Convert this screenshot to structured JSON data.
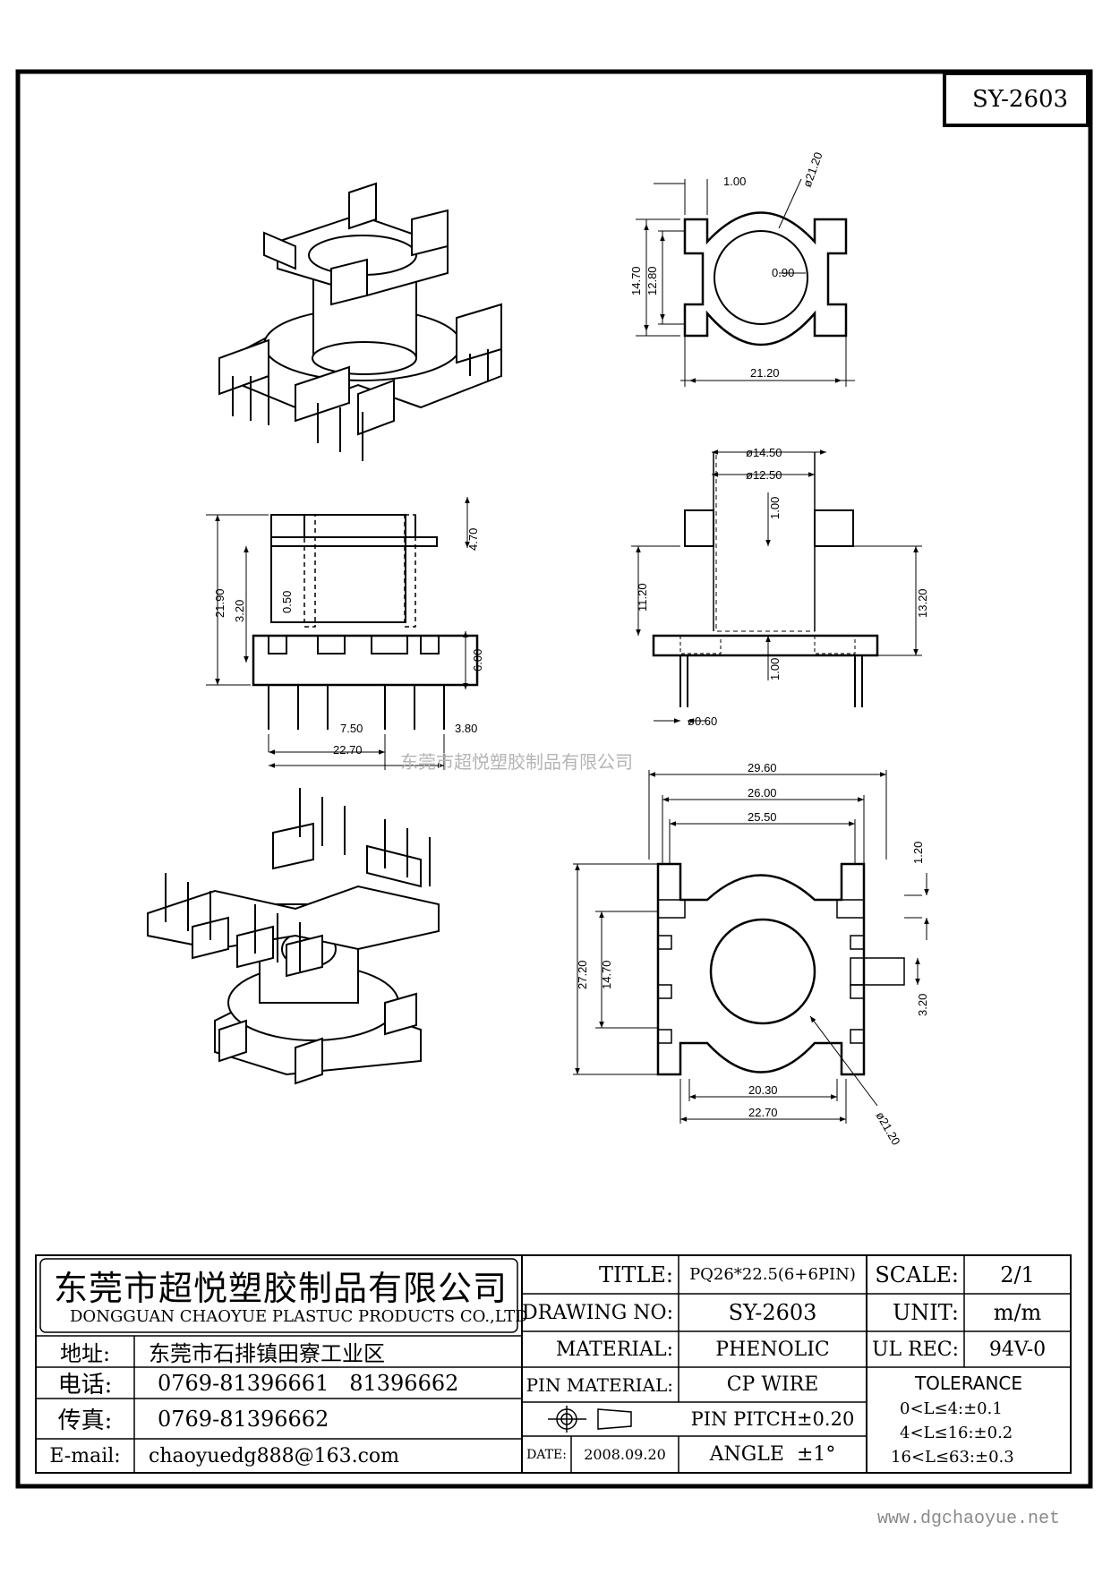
{
  "part_no": "SY-2603",
  "watermark": "东莞市超悦塑胶制品有限公司",
  "website": "www.dgchaoyue.net",
  "top_right_view": {
    "d1": "1.00",
    "d2": "ø21.20",
    "d3": "14.70",
    "d4": "12.80",
    "d5": "0.90",
    "d6": "21.20"
  },
  "left_side_view": {
    "d1": "4.70",
    "d2": "21.90",
    "d3": "3.20",
    "d4": "0.50",
    "d5": "6.00",
    "d6": "7.50",
    "d7": "3.80",
    "d8": "22.70"
  },
  "right_side_view": {
    "d1": "ø14.50",
    "d2": "ø12.50",
    "d3": "1.00",
    "d4": "11.20",
    "d5": "13.20",
    "d6": "1.00",
    "d7": "ø0.60"
  },
  "bottom_view": {
    "d1": "29.60",
    "d2": "26.00",
    "d3": "25.50",
    "d4": "1.20",
    "d5": "27.20",
    "d6": "14.70",
    "d7": "3.20",
    "d8": "20.30",
    "d9": "22.70",
    "d10": "ø21.20"
  },
  "company": {
    "name_cn": "东莞市超悦塑胶制品有限公司",
    "name_en": "DONGGUAN CHAOYUE PLASTUC PRODUCTS CO.,LTD",
    "address_label": "地址:",
    "address": "东莞市石排镇田寮工业区",
    "phone_label": "电话:",
    "phone": "0769-81396661   81396662",
    "fax_label": "传真:",
    "fax": "0769-81396662",
    "email_label": "E-mail:",
    "email": "chaoyuedg888@163.com"
  },
  "title_block": {
    "title_label": "TITLE:",
    "title": "PQ26*22.5(6+6PIN)",
    "drawing_no_label": "DRAWING NO:",
    "drawing_no": "SY-2603",
    "material_label": "MATERIAL:",
    "material": "PHENOLIC",
    "pin_material_label": "PIN MATERIAL:",
    "pin_material": "CP WIRE",
    "pin_pitch": "PIN PITCH±0.20",
    "date_label": "DATE:",
    "date": "2008.09.20",
    "angle": "ANGLE  ±1°",
    "scale_label": "SCALE:",
    "scale": "2/1",
    "unit_label": "UNIT:",
    "unit": "m/m",
    "ul_rec_label": "UL REC:",
    "ul_rec": "94V-0",
    "tolerance_label": "TOLERANCE",
    "tolerance": [
      "0<L≤4:±0.1",
      "4<L≤16:±0.2",
      "16<L≤63:±0.3"
    ]
  }
}
